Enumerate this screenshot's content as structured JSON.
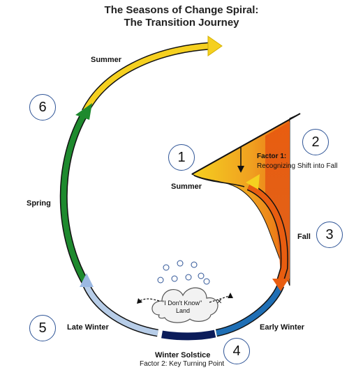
{
  "title": {
    "line1": "The Seasons of Change Spiral:",
    "line2": "The Transition Journey"
  },
  "labels": {
    "summer_top": "Summer",
    "summer_inner": "Summer",
    "factor1_title": "Factor 1:",
    "factor1_sub": "Recognizing Shift into Fall",
    "fall": "Fall",
    "early_winter": "Early Winter",
    "winter_solstice": "Winter Solstice",
    "factor2": "Factor 2: Key Turning Point",
    "late_winter": "Late Winter",
    "spring": "Spring",
    "idk_line1": "\"I Don't Know\"",
    "idk_line2": "Land"
  },
  "badges": [
    "1",
    "2",
    "3",
    "4",
    "5",
    "6"
  ],
  "colors": {
    "summer": "#f5d020",
    "fall": "#e85d10",
    "early_winter": "#1f6fb5",
    "solstice": "#0b1c5a",
    "late_winter": "#b7cde8",
    "spring": "#1e8a2e",
    "badge_border": "#2f5597"
  }
}
